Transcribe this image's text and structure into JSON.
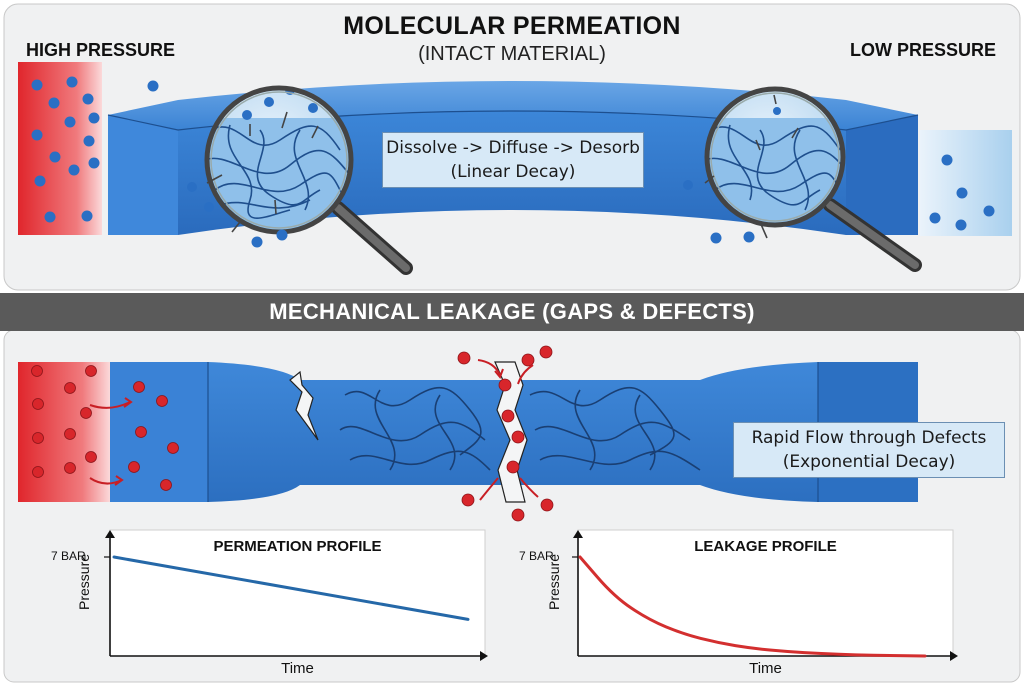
{
  "top": {
    "title": "MOLECULAR PERMEATION",
    "subtitle": "(INTACT MATERIAL)",
    "left_label": "HIGH PRESSURE",
    "right_label": "LOW PRESSURE",
    "callout_line1": "Dissolve -> Diffuse -> Desorb",
    "callout_line2": "(Linear Decay)"
  },
  "bottom": {
    "banner": "MECHANICAL LEAKAGE (GAPS & DEFECTS)",
    "callout_line1": "Rapid Flow through Defects",
    "callout_line2": "(Exponential Decay)"
  },
  "colors": {
    "high_pressure": "#e8343a",
    "low_pressure": "#9cc7e8",
    "material": "#2f76c9",
    "molecule_blue": "#2a6fc4",
    "molecule_red": "#d8262b",
    "banner_bg": "#5a5a5a",
    "permeation_line": "#2568a8",
    "leakage_line": "#d32f2f"
  },
  "chart_data": [
    {
      "type": "line",
      "title": "PERMEATION PROFILE",
      "xlabel": "Time",
      "ylabel": "Pressure",
      "y_tick_label": "7 BAR",
      "series": [
        {
          "x": [
            0,
            1
          ],
          "y": [
            7,
            2.3
          ]
        }
      ]
    },
    {
      "type": "line",
      "title": "LEAKAGE PROFILE",
      "xlabel": "Time",
      "ylabel": "Pressure",
      "y_tick_label": "7 BAR",
      "series": [
        {
          "x": [
            0,
            0.1,
            0.2,
            0.3,
            0.4,
            0.5,
            0.6,
            0.7,
            0.8,
            0.9,
            1.0
          ],
          "y": [
            7,
            4.2,
            2.6,
            1.6,
            1.0,
            0.6,
            0.38,
            0.24,
            0.15,
            0.1,
            0.07
          ]
        }
      ]
    }
  ]
}
